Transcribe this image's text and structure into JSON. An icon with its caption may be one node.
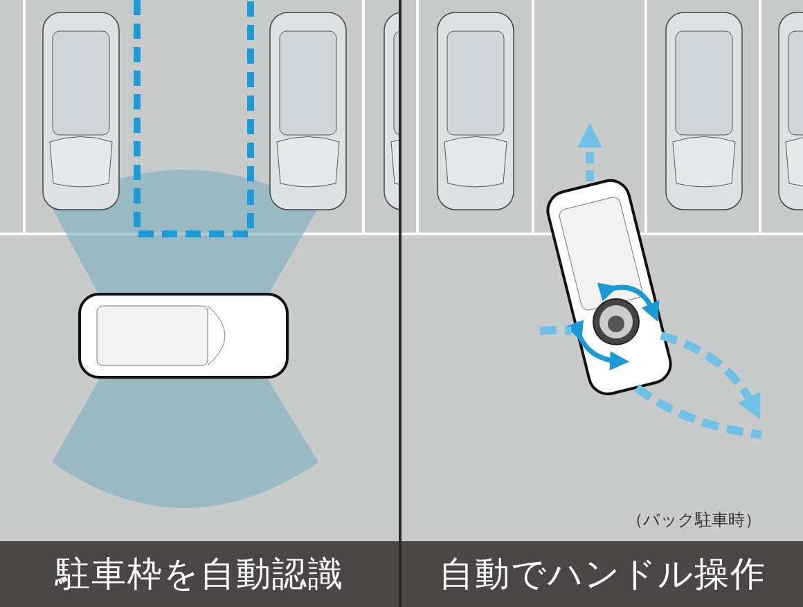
{
  "diagram": {
    "nodes": [
      {
        "text": [
          "駐車枠を自動認識"
        ]
      },
      {
        "text": [
          "自動でハンドル操作"
        ]
      }
    ],
    "labels": [
      "（バック駐車時）"
    ]
  }
}
